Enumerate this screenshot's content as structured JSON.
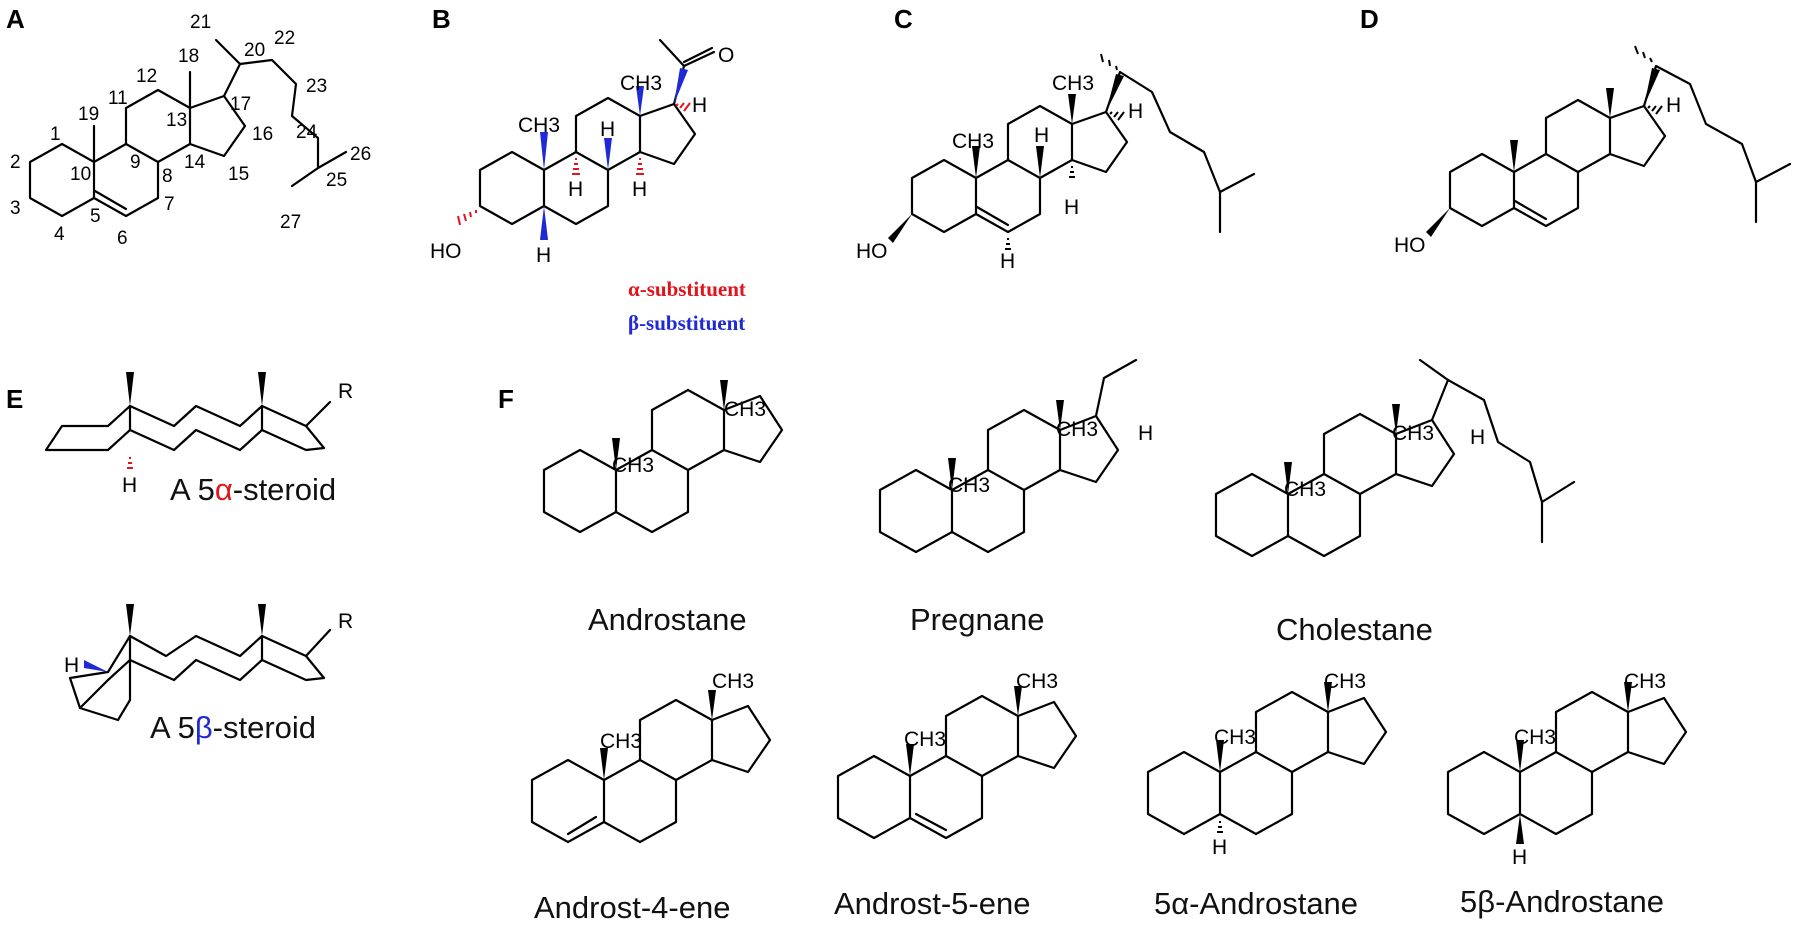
{
  "colors": {
    "alpha": "#e0141b",
    "beta": "#1f2ad6",
    "ink": "#000000"
  },
  "panels": {
    "a": {
      "letter": "A",
      "numbers": [
        "1",
        "2",
        "3",
        "4",
        "5",
        "6",
        "7",
        "8",
        "9",
        "10",
        "11",
        "12",
        "13",
        "14",
        "15",
        "16",
        "17",
        "18",
        "19",
        "20",
        "21",
        "22",
        "23",
        "24",
        "25",
        "26",
        "27"
      ]
    },
    "b": {
      "letter": "B",
      "ho": "HO",
      "ch3_top": "CH3",
      "ch3_19": "CH3",
      "o": "O",
      "h17": "H",
      "h9": "H",
      "h8": "H",
      "h14": "H",
      "h5": "H",
      "legend_alpha": "α-substituent",
      "legend_beta": "β-substituent"
    },
    "c": {
      "letter": "C",
      "ho": "HO",
      "ch3_top": "CH3",
      "ch3_19": "CH3",
      "h17": "H",
      "h8": "H",
      "h9": "H",
      "h14": "H"
    },
    "d": {
      "letter": "D",
      "ho": "HO",
      "h17": "H"
    },
    "e": {
      "letter": "E",
      "r1": "R",
      "r2": "R",
      "h_alpha": "H",
      "h_beta": "H",
      "caption_alpha_prefix": "A 5",
      "caption_alpha_greek": "α",
      "caption_alpha_suffix": "-steroid",
      "caption_beta_prefix": "A 5",
      "caption_beta_greek": "β",
      "caption_beta_suffix": "-steroid"
    },
    "f": {
      "letter": "F",
      "compounds": [
        {
          "name": "Androstane",
          "ch3_18": "CH3",
          "ch3_19": "CH3"
        },
        {
          "name": "Pregnane",
          "ch3_18": "CH3",
          "ch3_19": "CH3",
          "h17": "H"
        },
        {
          "name": "Cholestane",
          "ch3_18": "CH3",
          "ch3_19": "CH3",
          "h17": "H"
        },
        {
          "name": "Androst-4-ene",
          "ch3_18": "CH3",
          "ch3_19": "CH3"
        },
        {
          "name": "Androst-5-ene",
          "ch3_18": "CH3",
          "ch3_19": "CH3"
        },
        {
          "name": "5α-Androstane",
          "ch3_18": "CH3",
          "ch3_19": "CH3",
          "h5": "H"
        },
        {
          "name": "5β-Androstane",
          "ch3_18": "CH3",
          "ch3_19": "CH3",
          "h5": "H"
        }
      ]
    }
  }
}
